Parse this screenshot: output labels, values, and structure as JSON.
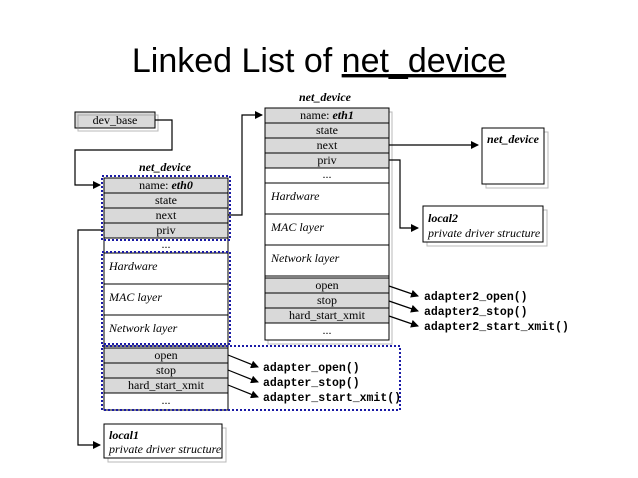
{
  "title": {
    "prefix": "Linked List of ",
    "emphasis": "net_device"
  },
  "dev_base": "dev_base",
  "struct_label": "net_device",
  "fields": {
    "name_prefix": "name: ",
    "eth0": "eth0",
    "eth1": "eth1",
    "state": "state",
    "next": "next",
    "priv": "priv",
    "ellipsis": "...",
    "hardware": "Hardware",
    "mac": "MAC layer",
    "network": "Network layer",
    "open": "open",
    "stop": "stop",
    "hard_start_xmit": "hard_start_xmit"
  },
  "local1": {
    "name": "local1",
    "desc": "private driver structure"
  },
  "local2": {
    "name": "local2",
    "desc": "private driver structure"
  },
  "functions_eth0": [
    "adapter_open()",
    "adapter_stop()",
    "adapter_start_xmit()"
  ],
  "functions_eth1": [
    "adapter2_open()",
    "adapter2_stop()",
    "adapter2_start_xmit()"
  ],
  "colors": {
    "shaded": "#d9d9d9",
    "dotted": "#1a1aa6",
    "border": "#000000"
  }
}
